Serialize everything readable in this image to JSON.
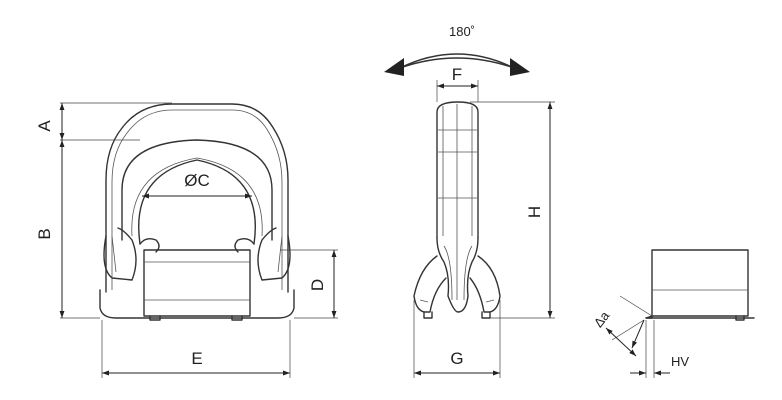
{
  "labels": {
    "A": "A",
    "B": "B",
    "C": "ØC",
    "D": "D",
    "E": "E",
    "F": "F",
    "G": "G",
    "H": "H",
    "rotation": "180˚",
    "delta_a": "Δa",
    "HV": "HV"
  }
}
